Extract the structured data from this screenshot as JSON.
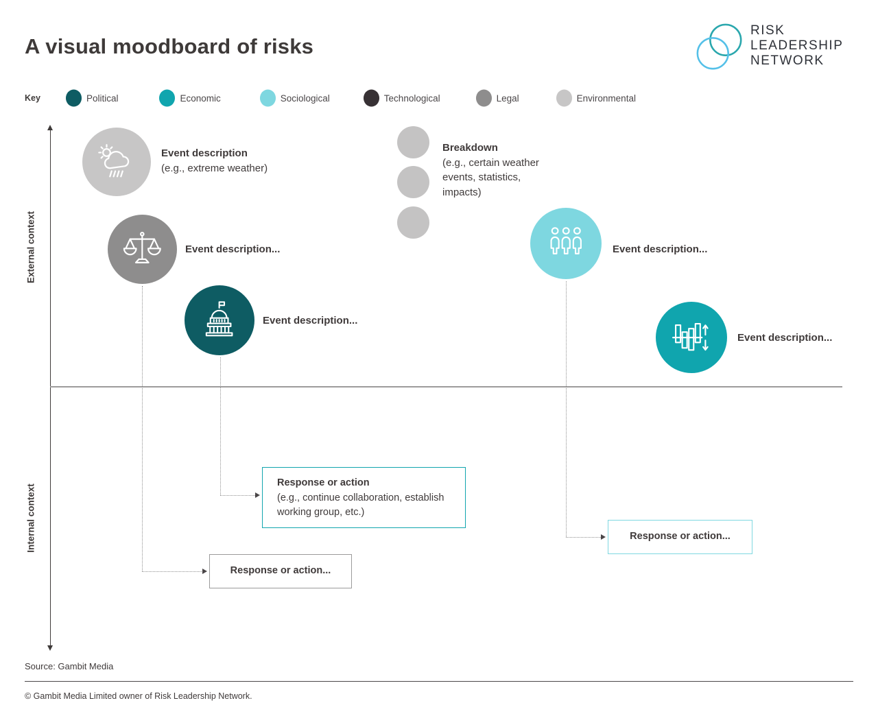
{
  "title": "A visual moodboard of risks",
  "logo": {
    "line1": "RISK",
    "line2": "LEADERSHIP",
    "line3": "NETWORK",
    "back_circle_color": "#2aa7ad",
    "front_circle_color": "#54c0e8"
  },
  "key": {
    "label": "Key",
    "items": [
      {
        "label": "Political",
        "color": "#0e5c63"
      },
      {
        "label": "Economic",
        "color": "#10a5ae"
      },
      {
        "label": "Sociological",
        "color": "#7ed7e0"
      },
      {
        "label": "Technological",
        "color": "#373134"
      },
      {
        "label": "Legal",
        "color": "#8e8d8d"
      },
      {
        "label": "Environmental",
        "color": "#c7c6c6"
      }
    ]
  },
  "axis": {
    "external_label": "External context",
    "internal_label": "Internal context"
  },
  "events": [
    {
      "category": "Environmental",
      "color": "#c7c6c6",
      "title": "Event description",
      "subtitle": "(e.g., extreme weather)"
    },
    {
      "category": "Legal",
      "color": "#8e8d8d",
      "title": "Event description..."
    },
    {
      "category": "Political",
      "color": "#0e5c63",
      "title": "Event description..."
    },
    {
      "category": "Sociological",
      "color": "#7ed7e0",
      "title": "Event description..."
    },
    {
      "category": "Economic",
      "color": "#10a5ae",
      "title": "Event description..."
    }
  ],
  "breakdown": {
    "title": "Breakdown",
    "description": "(e.g., certain weather events, statistics, impacts)",
    "dot_color": "#c4c3c3"
  },
  "responses": [
    {
      "title": "Response or action",
      "subtitle": "(e.g., continue collaboration, establish working group, etc.)",
      "border_color": "#10a5ae"
    },
    {
      "title": "Response or action...",
      "border_color": "#9b9a9a"
    },
    {
      "title": "Response or action...",
      "border_color": "#7ed7e0"
    }
  ],
  "footer": {
    "source": "Source: Gambit Media",
    "copyright": "© Gambit Media Limited owner of Risk Leadership Network."
  }
}
